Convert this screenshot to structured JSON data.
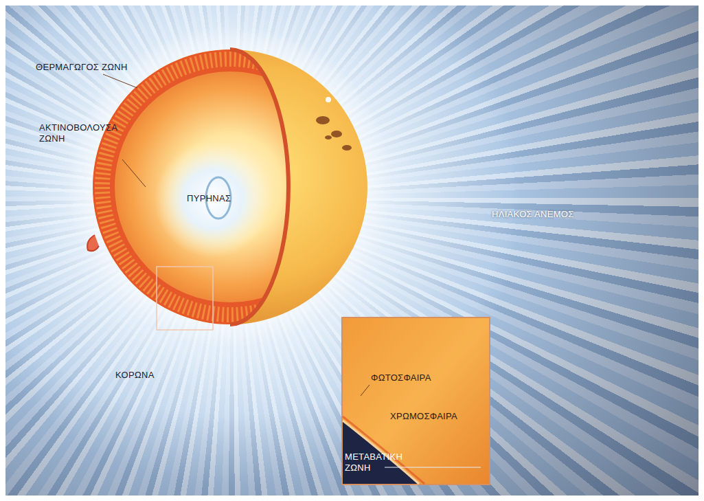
{
  "diagram": {
    "labels": [
      "ΘΕΡΜΑΓΩΓΟΣ ΖΩΝΗ",
      "ΑΚΤΙΝΟΒΟΛΟΥΣΑ ΖΩΝΗ",
      "ΠΥΡΗΝΑΣ",
      "ΗΛΙΑΚΟΣ ΑΝΕΜΟΣ",
      "ΚΟΡΩΝΑ",
      "ΦΩΤΟΣΦΑΙΡΑ",
      "ΧΡΩΜΟΣΦΑΙΡΑ",
      "ΜΕΤΑΒΑΤΙΚΗ ΖΩΝΗ"
    ]
  }
}
